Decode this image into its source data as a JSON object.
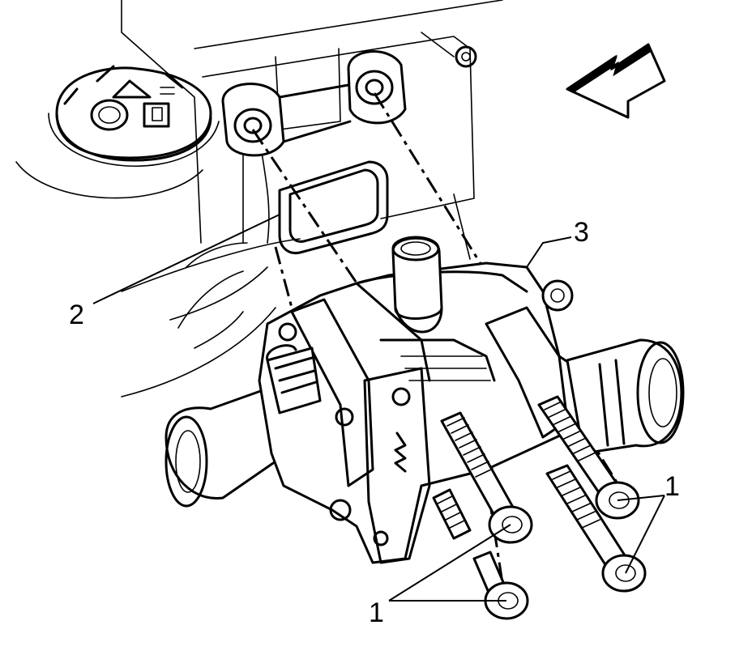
{
  "callouts": {
    "bolts_right": "1",
    "bolts_left": "1",
    "gasket": "2",
    "housing": "3"
  },
  "colors": {
    "ink": "#000000",
    "paper": "#ffffff"
  }
}
